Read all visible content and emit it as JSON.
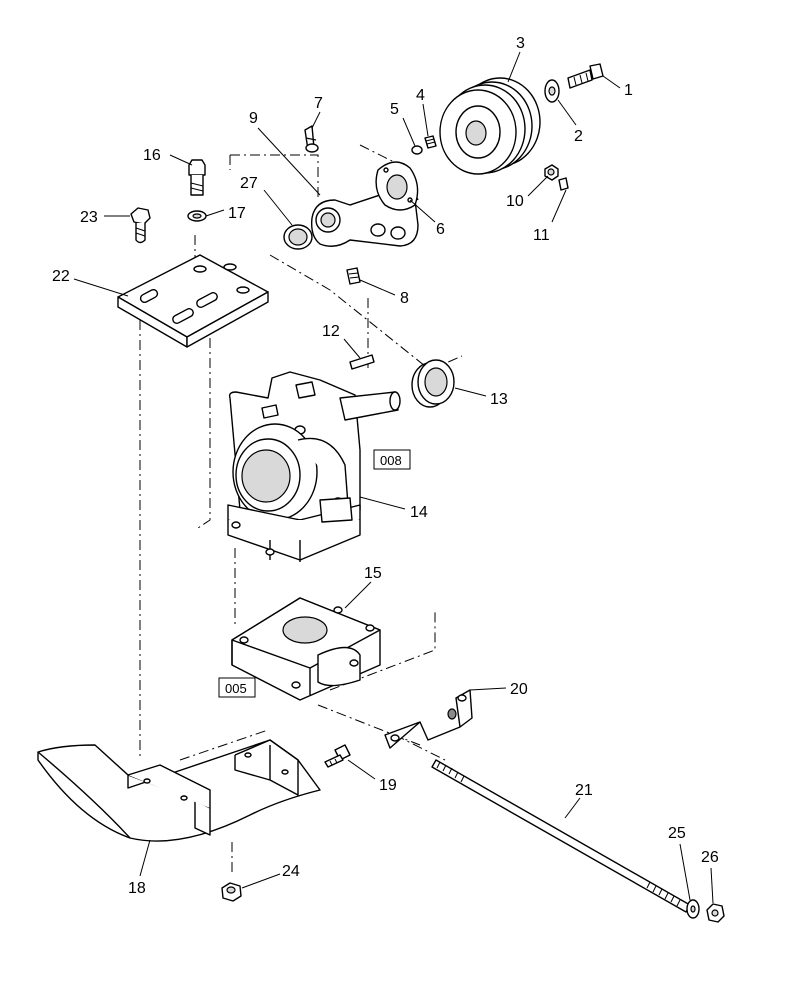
{
  "callouts": {
    "c1": "1",
    "c2": "2",
    "c3": "3",
    "c4": "4",
    "c5": "5",
    "c6": "6",
    "c7": "7",
    "c8": "8",
    "c9": "9",
    "c10": "10",
    "c11": "11",
    "c12": "12",
    "c13": "13",
    "c14": "14",
    "c15": "15",
    "c16": "16",
    "c17": "17",
    "c18": "18",
    "c19": "19",
    "c20": "20",
    "c21": "21",
    "c22": "22",
    "c23": "23",
    "c24": "24",
    "c25": "25",
    "c26": "26",
    "c27": "27"
  },
  "references": {
    "r008": "008",
    "r005": "005"
  },
  "colors": {
    "line": "#000000",
    "shade": "#d9d9d9",
    "dark": "#8a8a8a",
    "background": "#ffffff"
  }
}
